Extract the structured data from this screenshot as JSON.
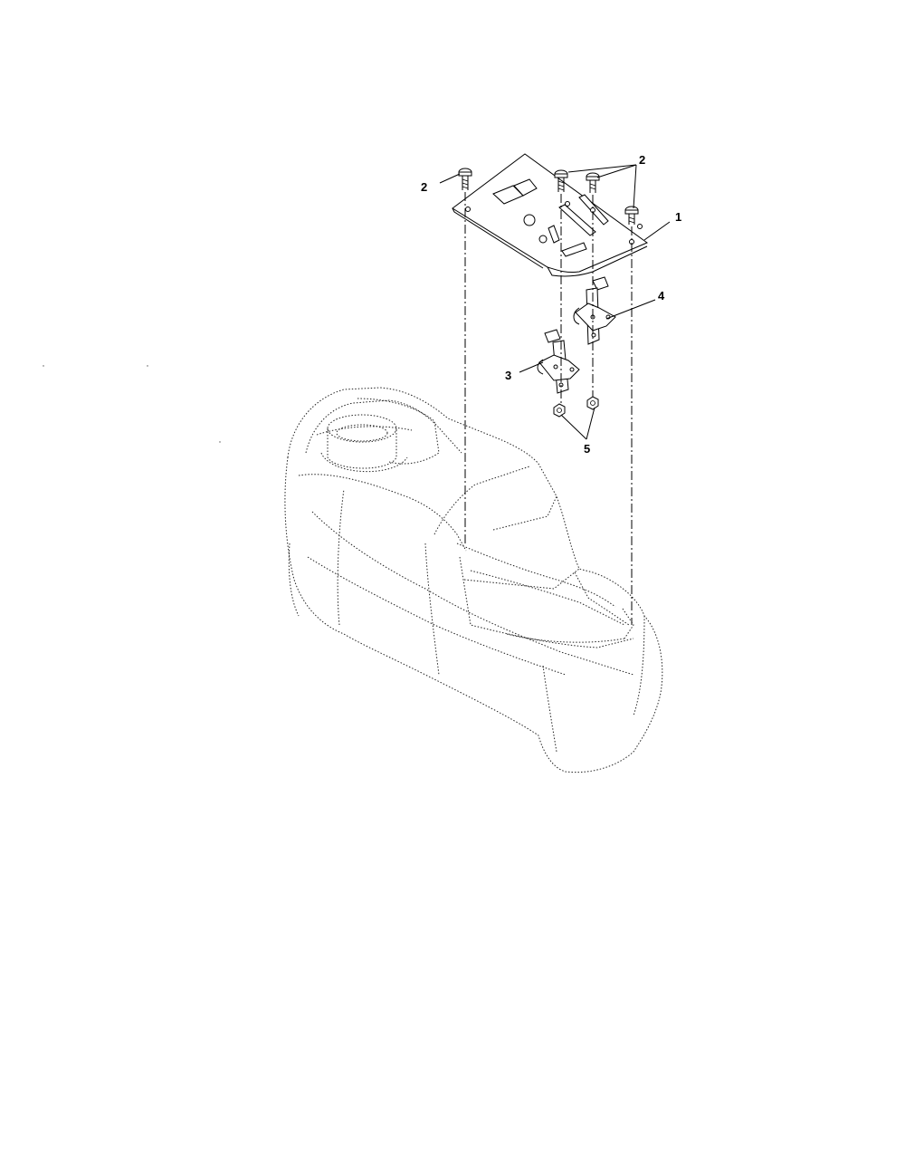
{
  "colors": {
    "line": "#000000",
    "background": "#ffffff"
  },
  "callouts": {
    "plate": "1",
    "bolt_left": "2",
    "bolts_right": "2",
    "bracket_left": "3",
    "bracket_right": "4",
    "nuts": "5"
  }
}
